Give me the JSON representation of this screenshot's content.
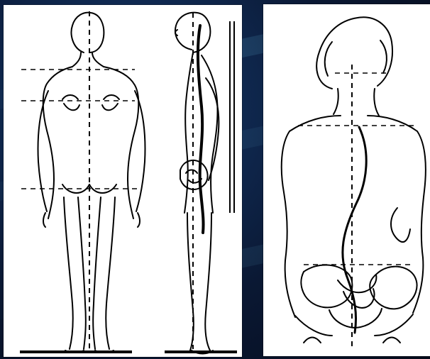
{
  "diagram": {
    "left_panel": {
      "figures": [
        "posterior-view",
        "lateral-view"
      ],
      "reference_lines": [
        "shoulder-line",
        "scapula-line",
        "hip-line"
      ],
      "plumb_line": "dashed-vertical"
    },
    "right_panel": {
      "figures": [
        "posterior-torso-scoliosis"
      ],
      "reference_lines": [
        "shoulder-line",
        "pelvis-line"
      ],
      "plumb_line": "dashed-vertical"
    }
  }
}
